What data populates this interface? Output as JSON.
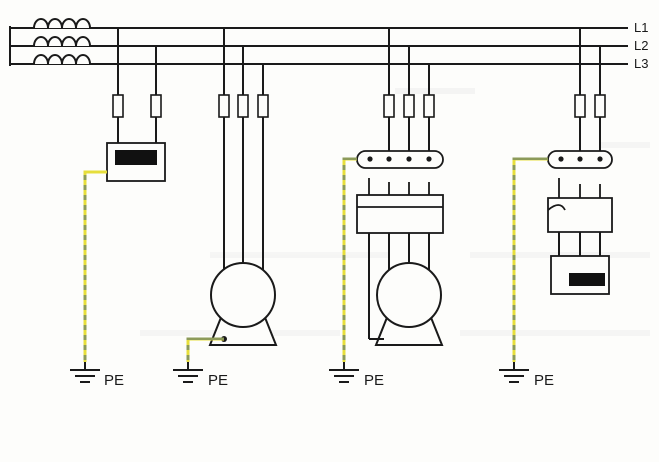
{
  "bus_labels": {
    "l1": "L1",
    "l2": "L2",
    "l3": "L3"
  },
  "ground_labels": {
    "pe1": "PE",
    "pe2": "PE",
    "pe3": "PE",
    "pe4": "PE"
  },
  "colors": {
    "conductor": "#1a1a1a",
    "pe_yellow": "#e6de3c",
    "pe_green": "#8c9a59",
    "background": "#fdfdfb"
  }
}
